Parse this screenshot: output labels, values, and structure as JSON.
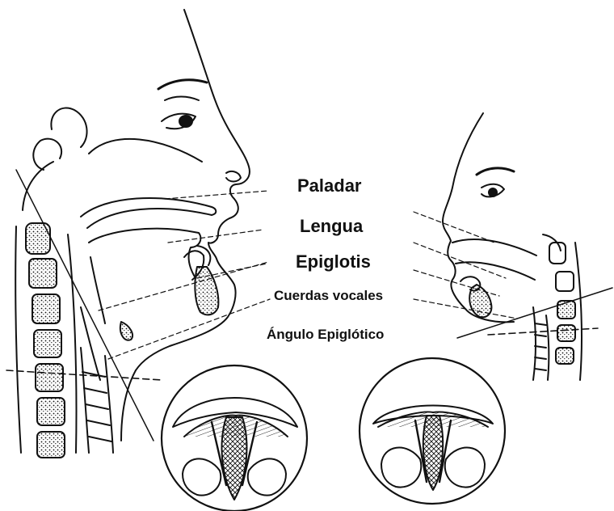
{
  "labels": {
    "paladar": "Paladar",
    "lengua": "Lengua",
    "epiglotis": "Epiglotis",
    "cuerdas_vocales": "Cuerdas vocales",
    "angulo_epiglotico": "Ángulo Epiglótico"
  },
  "colors": {
    "line": "#111111",
    "background": "#ffffff"
  }
}
